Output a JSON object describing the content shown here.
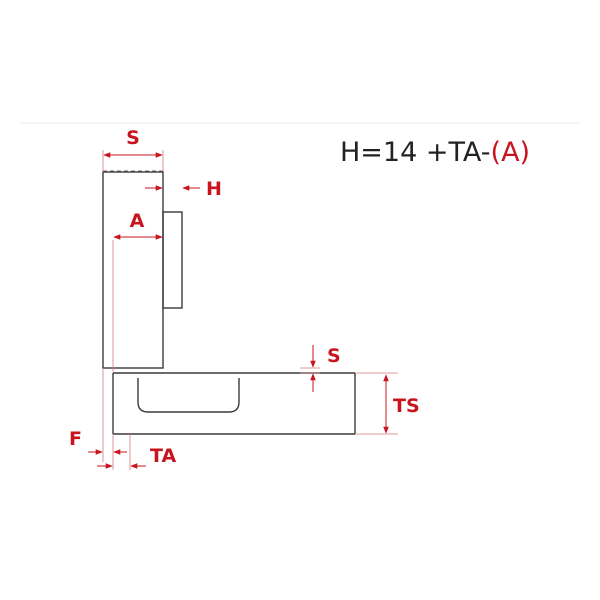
{
  "formula": {
    "prefix": "H=14 +TA-",
    "paren_open": "(",
    "highlight": "A",
    "paren_close": ")"
  },
  "labels": {
    "s_top": "S",
    "h": "H",
    "a": "A",
    "s_gap": "S",
    "ts": "TS",
    "f": "F",
    "ta": "TA"
  },
  "colors": {
    "accent": "#c8141e",
    "line": "#3a3a3a"
  }
}
